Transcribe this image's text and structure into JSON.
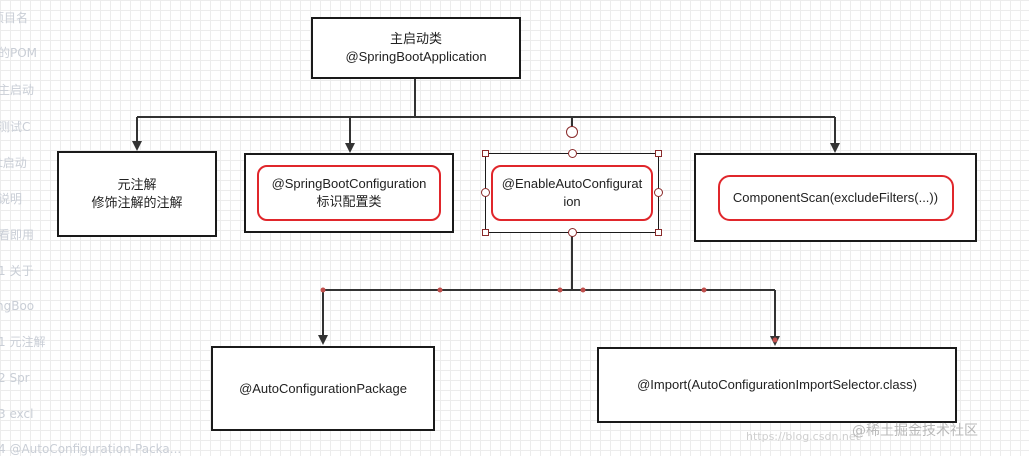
{
  "sidebar": {
    "items": [
      "项目名",
      "的POM",
      "主启动",
      "测试C",
      "t启动",
      "说明",
      "看即用",
      "1 关于",
      "ngBoo",
      "1 元注解",
      "2 Spr",
      "3 excl",
      "4 @AutoConfiguration-Packa..."
    ]
  },
  "diagram": {
    "root": {
      "line1": "主启动类",
      "line2": "@SpringBootApplication"
    },
    "meta": {
      "line1": "元注解",
      "line2": "修饰注解的注解"
    },
    "config": {
      "line1": "@SpringBootConfiguration",
      "line2": "标识配置类"
    },
    "enable": {
      "line1": "@EnableAutoConfigurat",
      "line2": "ion"
    },
    "scan": {
      "text": "ComponentScan(excludeFilters(...))"
    },
    "package": {
      "text": "@AutoConfigurationPackage"
    },
    "import": {
      "text": "@Import(AutoConfigurationImportSelector.class)"
    }
  },
  "colors": {
    "pill_border": "#e0262b",
    "node_border": "#1a1a1a",
    "edge": "#333333",
    "connection_point": "#c0504d"
  },
  "watermark": {
    "text": "@稀土掘金技术社区",
    "url": "https://blog.csdn.net"
  }
}
